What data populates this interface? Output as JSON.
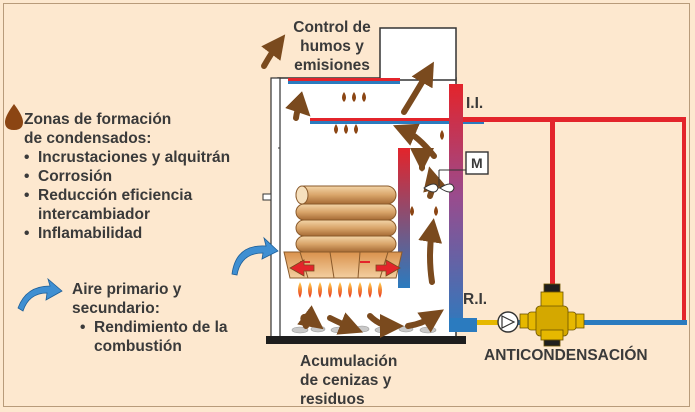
{
  "condensation": {
    "title_line1": "Zonas de formación",
    "title_line2": "de condensados:",
    "items": [
      "Incrustaciones y alquitrán",
      "Corrosión",
      "Reducción eficiencia intercambiador",
      "Inflamabilidad"
    ],
    "icon": "droplet-icon"
  },
  "air": {
    "title_line1": "Aire primario y",
    "title_line2": "secundario:",
    "items": [
      "Rendimiento de la combustión"
    ],
    "icon": "curved-arrow-icon"
  },
  "smoke": {
    "line1": "Control de",
    "line2": "humos y",
    "line3": "emisiones"
  },
  "ash": {
    "line1": "Acumulación",
    "line2": "de cenizas y",
    "line3": "residuos"
  },
  "labels": {
    "ii": "I.I.",
    "ri": "R.I.",
    "m": "M",
    "anti": "ANTICONDENSACIÓN"
  },
  "colors": {
    "background": "#fde8cf",
    "arrow": "#7a4a1e",
    "hot_pipe": "#e3242b",
    "cold_pipe": "#2b7bbf",
    "air_arrow": "#3f8fd2",
    "valve": "#e6b800",
    "flame": "#e8321e"
  }
}
